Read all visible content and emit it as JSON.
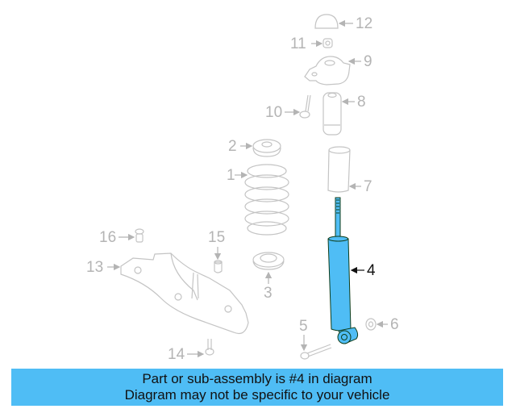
{
  "diagram": {
    "highlight_color": "#4fbdf5",
    "line_color": "#c4c4c4",
    "highlight_part": "4",
    "callouts": [
      {
        "id": "1",
        "label": "1"
      },
      {
        "id": "2",
        "label": "2"
      },
      {
        "id": "3",
        "label": "3"
      },
      {
        "id": "4",
        "label": "4"
      },
      {
        "id": "5",
        "label": "5"
      },
      {
        "id": "6",
        "label": "6"
      },
      {
        "id": "7",
        "label": "7"
      },
      {
        "id": "8",
        "label": "8"
      },
      {
        "id": "9",
        "label": "9"
      },
      {
        "id": "10",
        "label": "10"
      },
      {
        "id": "11",
        "label": "11"
      },
      {
        "id": "12",
        "label": "12"
      },
      {
        "id": "13",
        "label": "13"
      },
      {
        "id": "14",
        "label": "14"
      },
      {
        "id": "15",
        "label": "15"
      },
      {
        "id": "16",
        "label": "16"
      }
    ]
  },
  "banner": {
    "line1": "Part or sub-assembly is #4 in diagram",
    "line2": "Diagram may not be specific to your vehicle",
    "background": "#4fbdf5"
  }
}
